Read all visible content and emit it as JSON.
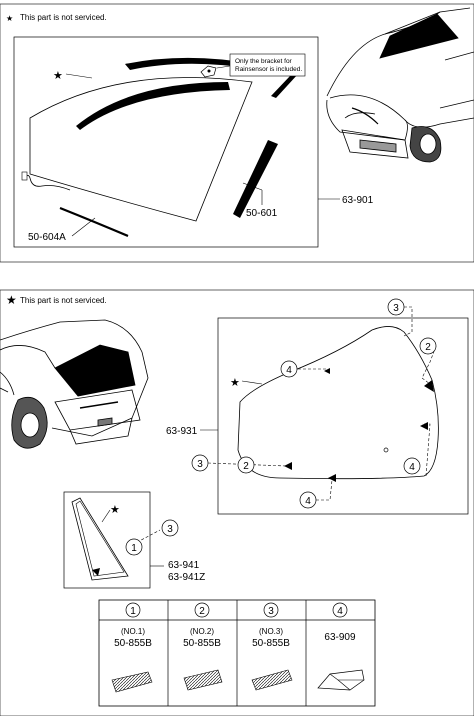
{
  "sections": [
    {
      "note_symbol": "★",
      "note_text": "This part is not serviced.",
      "bracket_note_line1": "Only the bracket for",
      "bracket_note_line2": "Rainsensor is included.",
      "callouts": [
        "50-604A",
        "50-601",
        "63-901"
      ]
    },
    {
      "note_symbol": "★",
      "note_text": "This part is not serviced.",
      "callouts": [
        "63-931",
        "63-941",
        "63-941Z"
      ],
      "bubbles": [
        "1",
        "2",
        "3",
        "4"
      ]
    }
  ],
  "legend": [
    {
      "num": "1",
      "desc": "(NO.1)",
      "part": "50-855B"
    },
    {
      "num": "2",
      "desc": "(NO.2)",
      "part": "50-855B"
    },
    {
      "num": "3",
      "desc": "(NO.3)",
      "part": "50-855B"
    },
    {
      "num": "4",
      "desc": "",
      "part": "63-909"
    }
  ]
}
